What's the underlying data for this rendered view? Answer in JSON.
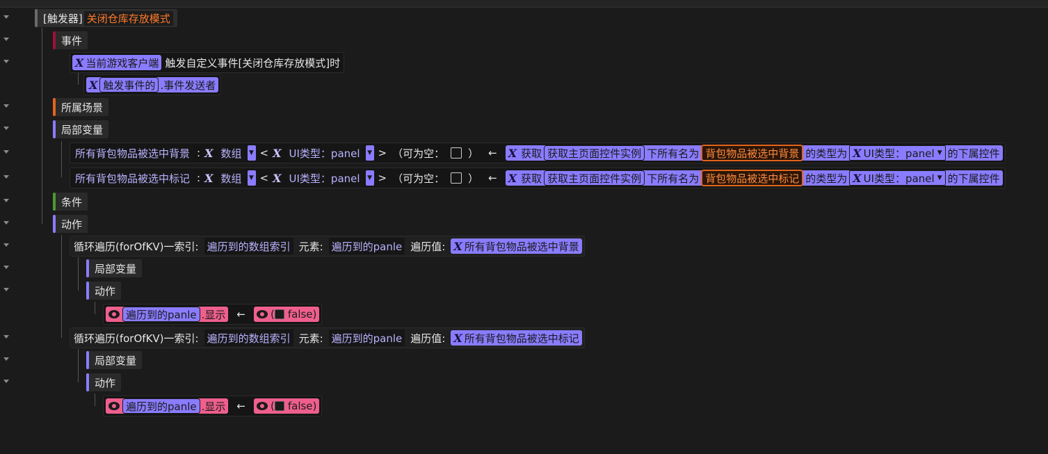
{
  "trigger": {
    "prefix": "[触发器]",
    "name": "关闭仓库存放模式"
  },
  "sections": {
    "event": "事件",
    "scene": "所属场景",
    "local_vars": "局部变量",
    "condition": "条件",
    "action": "动作"
  },
  "event_line": {
    "client": "当前游戏客户端",
    "text": "触发自定义事件[关闭仓库存放模式]时",
    "trigger_of": "触发事件的",
    "sender": ".事件发送者"
  },
  "vars": [
    {
      "name": "所有背包物品被选中背景",
      "colon": ":",
      "array": "数组",
      "lt": "<",
      "ui_type": "UI类型：panel",
      "gt": ">",
      "nullable": "（可为空：",
      "nullable_end": "）",
      "assign": "←",
      "get": "获取",
      "instance": "获取主页面控件实例",
      "all_named": "下所有名为",
      "target": "背包物品被选中背景",
      "type_of": "的类型为",
      "ui_type2": "UI类型：panel",
      "sub": "的下属控件"
    },
    {
      "name": "所有背包物品被选中标记",
      "colon": ":",
      "array": "数组",
      "lt": "<",
      "ui_type": "UI类型：panel",
      "gt": ">",
      "nullable": "（可为空：",
      "nullable_end": "）",
      "assign": "←",
      "get": "获取",
      "instance": "获取主页面控件实例",
      "all_named": "下所有名为",
      "target": "背包物品被选中标记",
      "type_of": "的类型为",
      "ui_type2": "UI类型：panel",
      "sub": "的下属控件"
    }
  ],
  "loops": [
    {
      "label": "循环遍历(forOfKV)一索引:",
      "index": "遍历到的数组索引",
      "elem_label": "元素:",
      "elem": "遍历到的panle",
      "value_label": "遍历值:",
      "value": "所有背包物品被选中背景",
      "local_vars": "局部变量",
      "action": "动作",
      "stmt_obj": "遍历到的panle",
      "stmt_prop": ".显示",
      "assign": "←",
      "paren_open": "(",
      "bool": "false)"
    },
    {
      "label": "循环遍历(forOfKV)一索引:",
      "index": "遍历到的数组索引",
      "elem_label": "元素:",
      "elem": "遍历到的panle",
      "value_label": "遍历值:",
      "value": "所有背包物品被选中标记",
      "local_vars": "局部变量",
      "action": "动作",
      "stmt_obj": "遍历到的panle",
      "stmt_prop": ".显示",
      "assign": "←",
      "paren_open": "(",
      "bool": "false)"
    }
  ],
  "icons": {
    "expr": "x-expression-icon",
    "eye": "eye-icon",
    "collapse": "collapse-arrow-icon"
  },
  "colors": {
    "event": "#a0103a",
    "scene": "#e3641b",
    "vars": "#8a7cff",
    "condition": "#4c9a2f",
    "action": "#8a7cff",
    "expr": "#8a7cff",
    "visibility": "#ef5f8e"
  }
}
